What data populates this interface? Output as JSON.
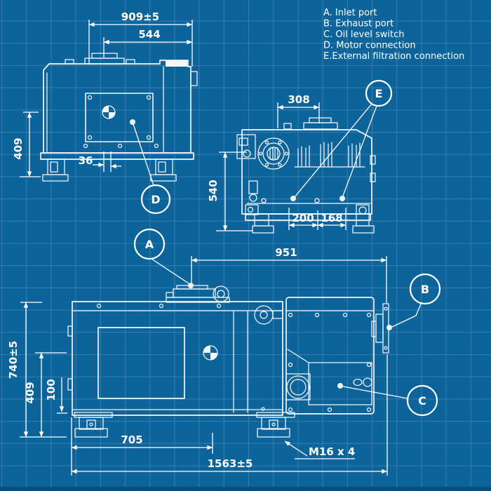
{
  "title": "Vacuum pump dimensional blueprint",
  "colors": {
    "background": "#0D649B",
    "grid": "#4C8CB8",
    "line": "#F2F7FA",
    "footer_strip": "#0A4E7C"
  },
  "legend": {
    "items": [
      "A. Inlet port",
      "B. Exhaust port",
      "C. Oil level switch",
      "D. Motor connection",
      "E.External filtration connection"
    ]
  },
  "callouts": {
    "a": "A",
    "b": "B",
    "c": "C",
    "d": "D",
    "e": "E"
  },
  "dims": {
    "v1_width": "909±5",
    "v1_port": "544",
    "v1_height": "409",
    "v1_gap": "36",
    "v2_width": "308",
    "v2_height": "540",
    "v2_foot1": "200",
    "v2_foot2": "168",
    "v3_length": "951",
    "v3_height": "740±5",
    "v3_mid": "409",
    "v3_base": "100",
    "v3_feet": "705",
    "v3_overall": "1563±5",
    "v3_bolt": "M16 x 4"
  }
}
